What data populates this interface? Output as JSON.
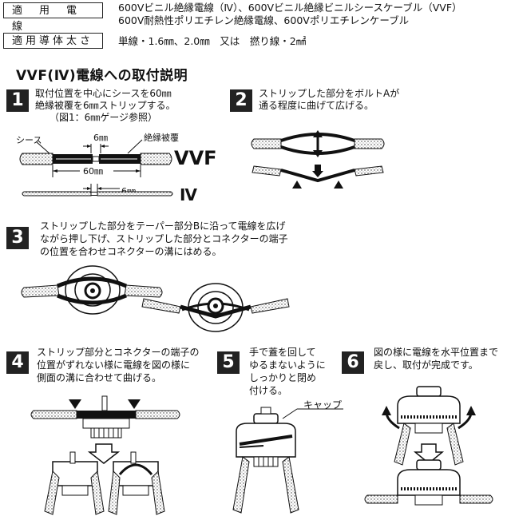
{
  "header": {
    "applicable_wire_label": "適　用　電　線",
    "applicable_wire_lines": [
      "600Vビニル絶縁電線（Ⅳ）、600Vビニル絶縁ビニルシースケーブル（VVF）",
      "600V耐熱性ポリエチレン絶縁電線、600Vポリエチレンケーブル"
    ],
    "conductor_size_label": "適用導体太さ",
    "conductor_size_text": "単線・1.6㎜、2.0㎜　又は　撚り線・2㎟"
  },
  "title": "VVF(Ⅳ)電線への取付説明",
  "steps": [
    {
      "num": "1",
      "lines": [
        "取付位置を中心にシースを60㎜",
        "絶縁被覆を6㎜ストリップする。",
        "（図1：6㎜ゲージ参照）"
      ]
    },
    {
      "num": "2",
      "lines": [
        "ストリップした部分をボルトAが",
        "通る程度に曲げて広げる。"
      ]
    },
    {
      "num": "3",
      "lines": [
        "ストリップした部分をテーパー部分Bに沿って電線を広げ",
        "ながら押し下げ、ストリップした部分とコネクターの端子",
        "の位置を合わせコネクターの溝にはめる。"
      ]
    },
    {
      "num": "4",
      "lines": [
        "ストリップ部分とコネクターの端子の",
        "位置がずれない様に電線を図の様に",
        "側面の溝に合わせて曲げる。"
      ]
    },
    {
      "num": "5",
      "lines": [
        "手で蓋を回して",
        "ゆるまないように",
        "しっかりと閉め",
        "付ける。"
      ]
    },
    {
      "num": "6",
      "lines": [
        "図の様に電線を水平位置まで",
        "戻し、取付が完成です。"
      ]
    }
  ],
  "diagram1": {
    "sheath_label": "シース",
    "insulation_label": "絶縁被覆",
    "dim_6": "6㎜",
    "dim_60": "60㎜",
    "vvf_label": "VVF",
    "iv_label": "Ⅳ",
    "iv_dim": "6㎜"
  },
  "diagram5": {
    "cap_label": "キャップ"
  }
}
